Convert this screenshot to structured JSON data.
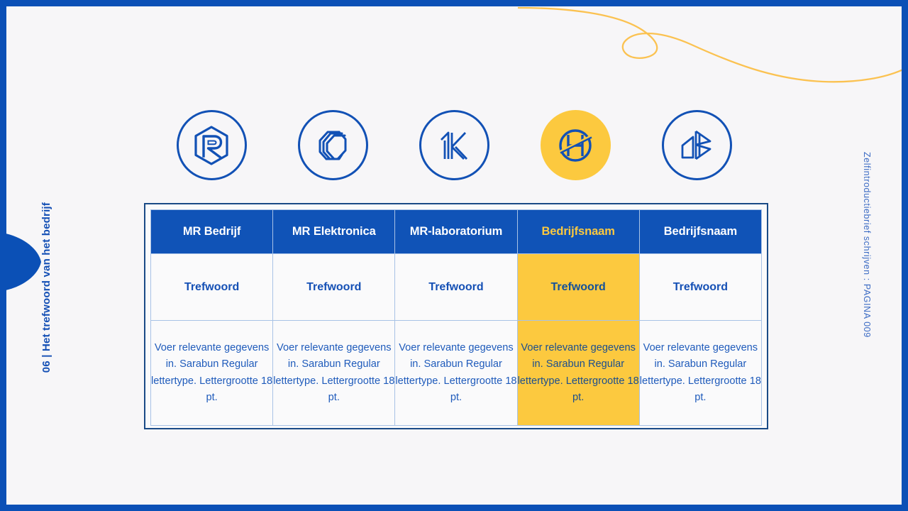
{
  "meta": {
    "slide_number": "06",
    "left_label": "06  |  Het trefwoord van het bedrijf",
    "right_label": "Zelfintroductiebrief schrijven : PAGINA 009"
  },
  "colors": {
    "frame_blue": "#0B50B6",
    "header_blue": "#1053B7",
    "text_blue": "#1550B5",
    "accent_yellow": "#FCC93F",
    "canvas": "#F7F6F8",
    "swirl_yellow": "#FBC251"
  },
  "icons": [
    {
      "name": "hexagon-r-logo-icon",
      "highlighted": false
    },
    {
      "name": "interlocking-s-logo-icon",
      "highlighted": false
    },
    {
      "name": "one-k-monogram-logo-icon",
      "highlighted": false
    },
    {
      "name": "globe-h-logo-icon",
      "highlighted": true
    },
    {
      "name": "building-b-logo-icon",
      "highlighted": false
    }
  ],
  "table": {
    "columns": [
      {
        "header": "MR Bedrijf",
        "keyword": "Trefwoord",
        "body": "Voer relevante gegevens in. Sarabun Regular lettertype. Lettergrootte 18 pt.",
        "highlighted": false
      },
      {
        "header": "MR Elektronica",
        "keyword": "Trefwoord",
        "body": "Voer relevante gegevens in. Sarabun Regular lettertype. Lettergrootte 18 pt.",
        "highlighted": false
      },
      {
        "header": "MR-laboratorium",
        "keyword": "Trefwoord",
        "body": "Voer relevante gegevens in. Sarabun Regular lettertype. Lettergrootte 18 pt.",
        "highlighted": false
      },
      {
        "header": "Bedrijfsnaam",
        "keyword": "Trefwoord",
        "body": "Voer relevante gegevens in. Sarabun Regular lettertype. Lettergrootte 18 pt.",
        "highlighted": true
      },
      {
        "header": "Bedrijfsnaam",
        "keyword": "Trefwoord",
        "body": "Voer relevante gegevens in. Sarabun Regular lettertype. Lettergrootte 18 pt.",
        "highlighted": false
      }
    ]
  }
}
